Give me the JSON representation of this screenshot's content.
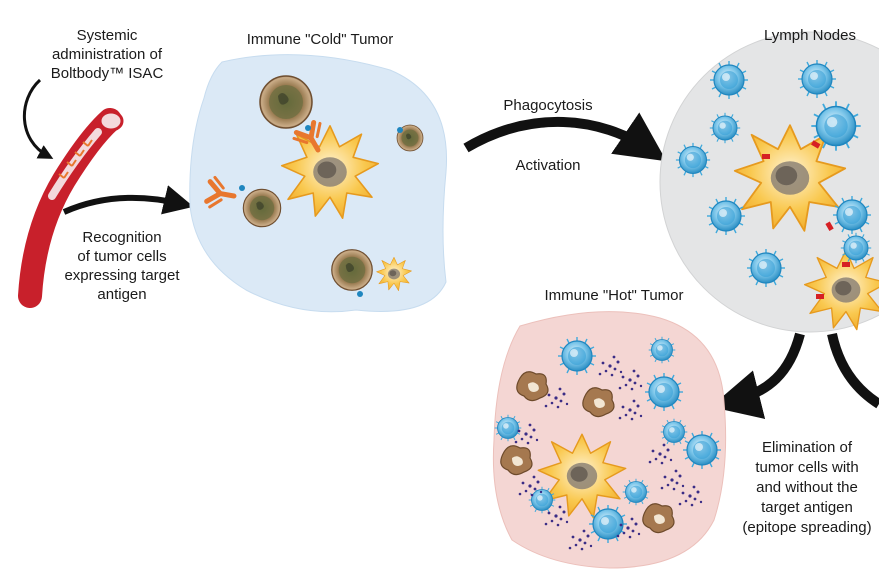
{
  "labels": {
    "systemic": [
      "Systemic",
      "administration of",
      "Boltbody™ ISAC"
    ],
    "cold_tumor": "Immune \"Cold\" Tumor",
    "lymph_nodes": "Lymph Nodes",
    "phagocytosis": "Phagocytosis",
    "activation": "Activation",
    "recognition": [
      "Recognition",
      "of tumor cells",
      "expressing target",
      "antigen"
    ],
    "hot_tumor": "Immune \"Hot\" Tumor",
    "elimination": [
      "Elimination of",
      "tumor cells with",
      "and without the",
      "target antigen",
      "(epitope spreading)"
    ]
  },
  "colors": {
    "vessel": "#c8202b",
    "vessel_lumen": "#f3d9dc",
    "cold_tumor_bg": "#dbe9f6",
    "lymph_node_bg": "#e4e5e6",
    "hot_tumor_bg": "#f4d6d3",
    "dendritic_cell": "#f7b733",
    "t_cell": "#3fa9dc",
    "tumor_cell": "#8a6a4a",
    "antibody": "#e8772e",
    "debris": "#4a3a8a"
  },
  "icons": [
    "blood-vessel-icon",
    "antibody-icon",
    "tumor-cell-icon",
    "dendritic-cell-icon",
    "t-cell-icon",
    "arrow-icon"
  ]
}
